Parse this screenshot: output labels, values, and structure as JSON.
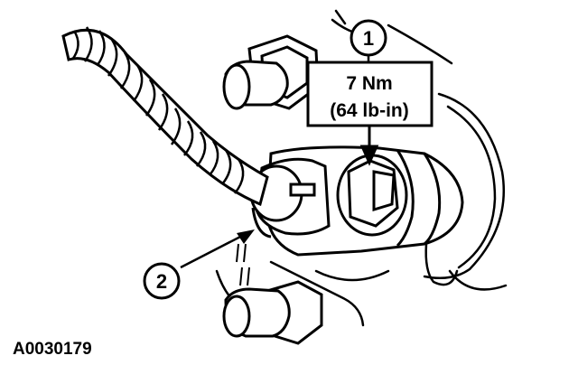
{
  "figure": {
    "torque_value_metric": "7 Nm",
    "torque_value_imperial": "(64 lb-in)",
    "callouts": [
      "1",
      "2"
    ],
    "figure_id": "A0030179"
  }
}
